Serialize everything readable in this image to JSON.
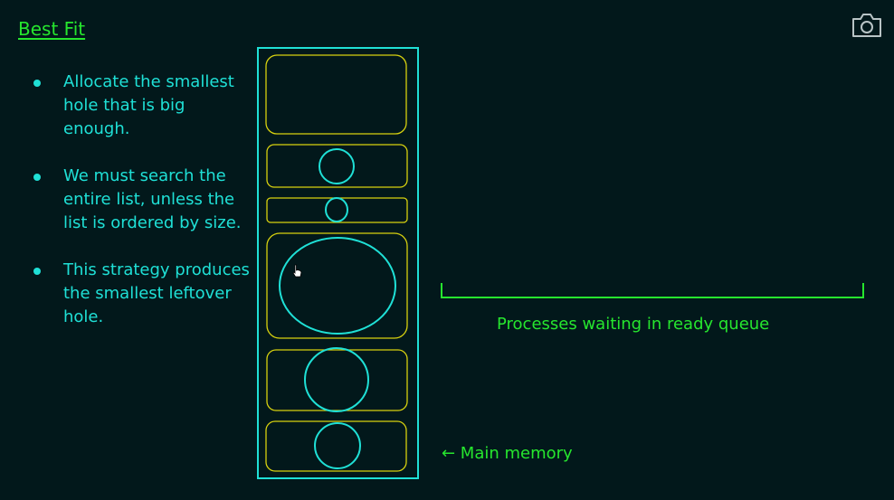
{
  "title": "Best Fit",
  "bullets": [
    "Allocate the smallest hole that is big enough.",
    "We must search the entire list, unless the list is ordered by size.",
    "This strategy produces the smallest leftover hole."
  ],
  "diagram": {
    "bracket_label": "Processes waiting in ready queue",
    "memory_label": "← Main memory"
  },
  "icons": {
    "camera": "camera-icon",
    "cursor": "hand-pointer-icon"
  },
  "colors": {
    "background": "#02181b",
    "cyan": "#1fe0d6",
    "green": "#26e62e",
    "yellow": "#d8d20f"
  }
}
